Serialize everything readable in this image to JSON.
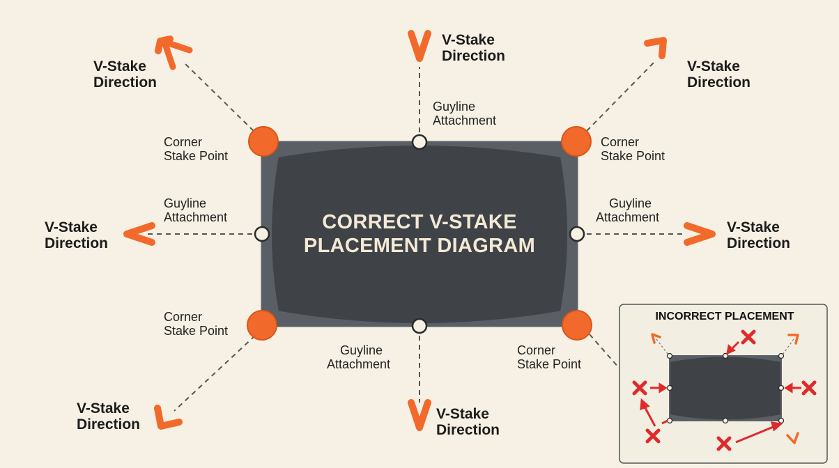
{
  "diagram": {
    "title_line1": "CORRECT V-STAKE",
    "title_line2": "PLACEMENT DIAGRAM",
    "corner_label_line1": "Corner",
    "corner_label_line2": "Stake Point",
    "guyline_label_line1": "Guyline",
    "guyline_label_line2": "Attachment",
    "direction_label_line1": "V-Stake",
    "direction_label_line2": "Direction"
  },
  "inset": {
    "title": "INCORRECT PLACEMENT"
  },
  "colors": {
    "background": "#f6f1e4",
    "tarp": "#3f4247",
    "tarp_border": "#5d6168",
    "stake_point": "#f26a2b",
    "v_stake": "#f26a2b",
    "incorrect_mark": "#e02a2a"
  }
}
